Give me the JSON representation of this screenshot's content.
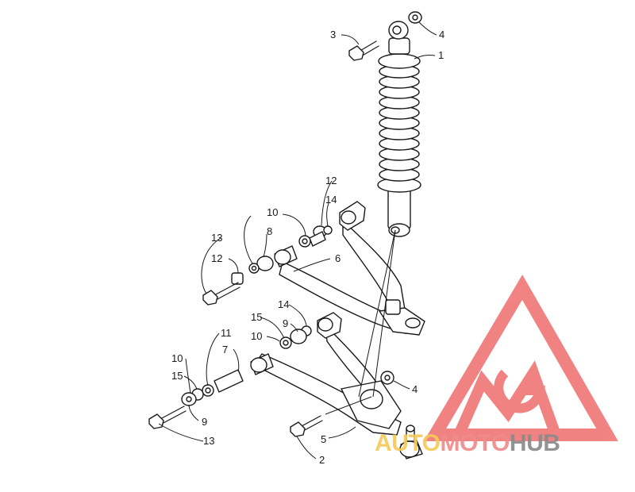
{
  "diagram": {
    "callouts": [
      {
        "id": "c1",
        "label": "1"
      },
      {
        "id": "c2",
        "label": "2"
      },
      {
        "id": "c3",
        "label": "3"
      },
      {
        "id": "c4a",
        "label": "4"
      },
      {
        "id": "c4b",
        "label": "4"
      },
      {
        "id": "c5",
        "label": "5"
      },
      {
        "id": "c6",
        "label": "6"
      },
      {
        "id": "c7",
        "label": "7"
      },
      {
        "id": "c8",
        "label": "8"
      },
      {
        "id": "c9a",
        "label": "9"
      },
      {
        "id": "c9b",
        "label": "9"
      },
      {
        "id": "c10a",
        "label": "10"
      },
      {
        "id": "c10b",
        "label": "10"
      },
      {
        "id": "c10c",
        "label": "10"
      },
      {
        "id": "c11",
        "label": "11"
      },
      {
        "id": "c12a",
        "label": "12"
      },
      {
        "id": "c12b",
        "label": "12"
      },
      {
        "id": "c13a",
        "label": "13"
      },
      {
        "id": "c13b",
        "label": "13"
      },
      {
        "id": "c14a",
        "label": "14"
      },
      {
        "id": "c14b",
        "label": "14"
      },
      {
        "id": "c15a",
        "label": "15"
      },
      {
        "id": "c15b",
        "label": "15"
      }
    ]
  },
  "watermark": {
    "part1": "AUTO",
    "part2": "MOTO",
    "part3": "HUB",
    "colors": {
      "auto": "#f7c95a",
      "moto": "#f08a8a",
      "hub": "#8a8a8a",
      "logo": "#f07575"
    }
  }
}
